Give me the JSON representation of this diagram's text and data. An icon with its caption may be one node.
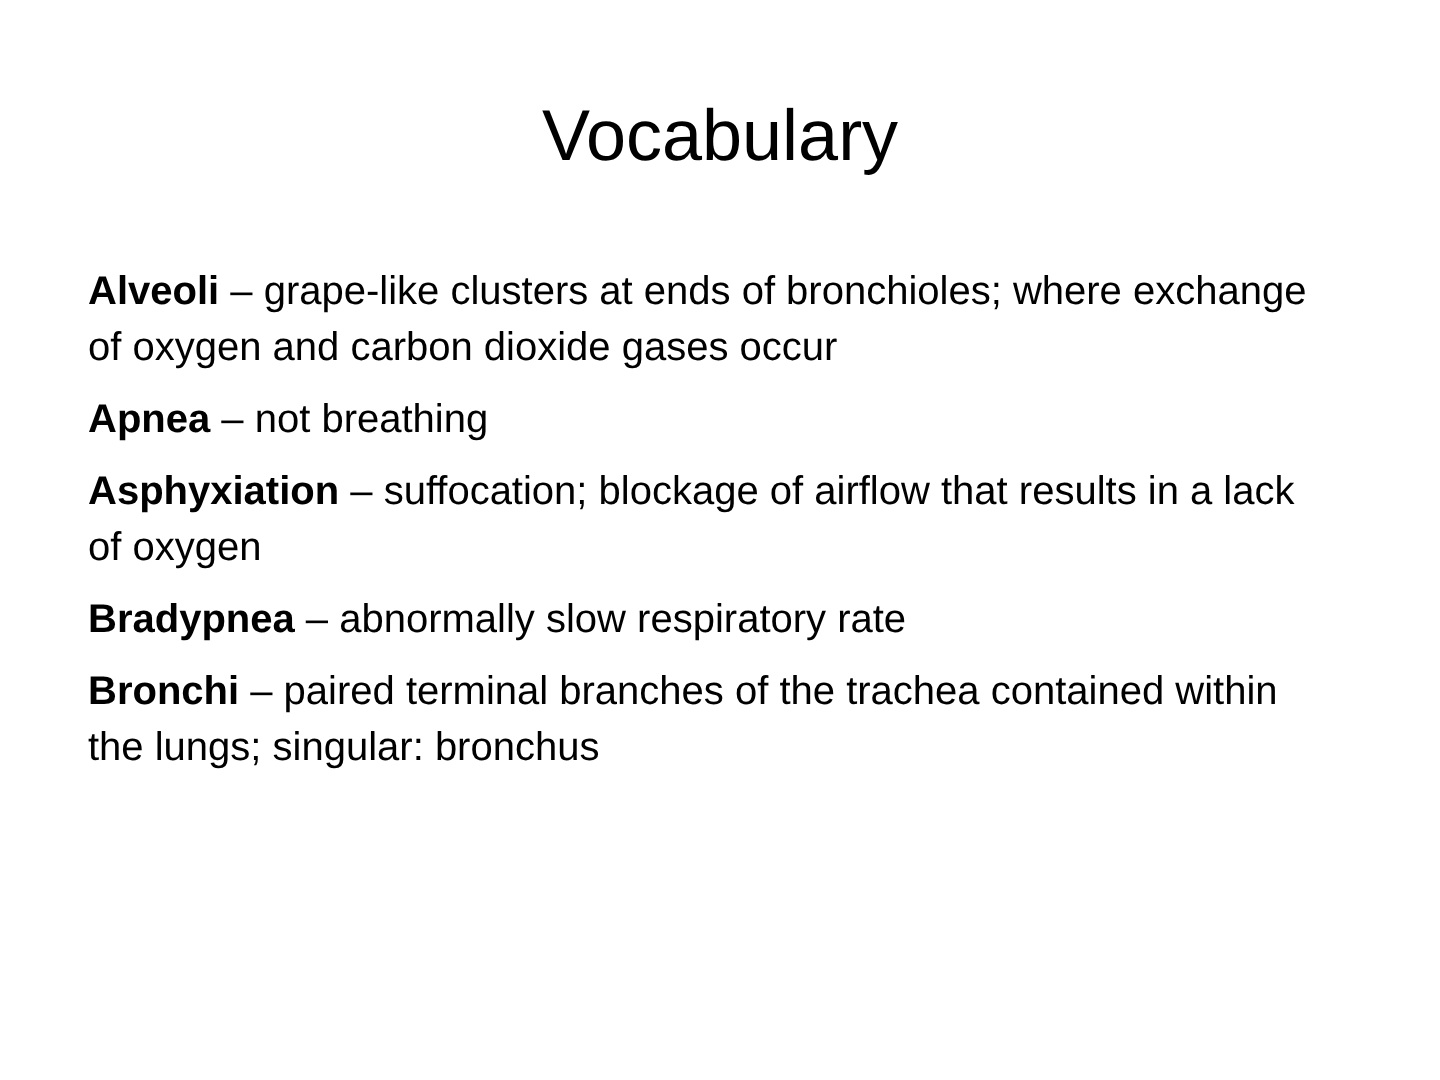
{
  "diagram": {
    "title": "Vocabulary",
    "labels": [
      "**Alveoli** – grape-like clusters at ends of bronchioles; where exchange of oxygen and carbon dioxide gases occur",
      "**Apnea** – not breathing",
      "**Asphyxiation** – suffocation; blockage of airflow that results in a lack of oxygen",
      "**Bradypnea** – abnormally slow respiratory rate",
      "**Bronchi** – paired terminal branches of the trachea contained within the lungs; singular: bronchus"
    ]
  }
}
